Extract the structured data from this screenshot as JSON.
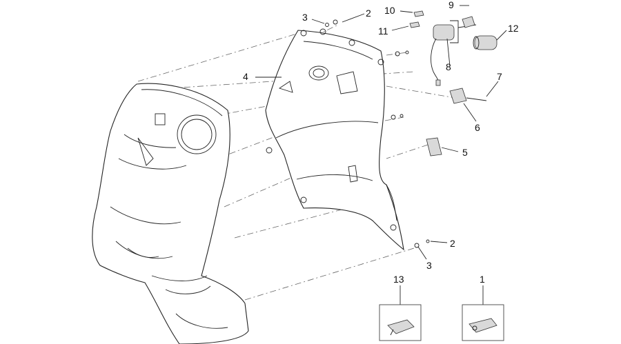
{
  "callouts": {
    "c1": "1",
    "c2_top": "2",
    "c2_bottom": "2",
    "c3_top": "3",
    "c3_bottom": "3",
    "c4": "4",
    "c5": "5",
    "c6": "6",
    "c7": "7",
    "c8": "8",
    "c9": "9",
    "c10": "10",
    "c11": "11",
    "c12": "12",
    "c13": "13"
  }
}
